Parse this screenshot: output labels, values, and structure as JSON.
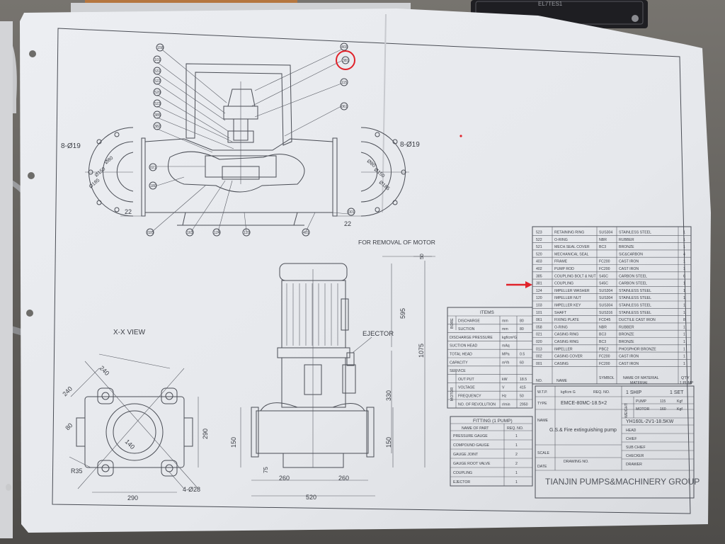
{
  "colors": {
    "paper": "#e8eaee",
    "ink": "#3a3d44",
    "annotation_red": "#e0222a",
    "background_desk": "#5c5a56",
    "nameplate": "#1e1e22"
  },
  "nameplate": {
    "text": "EL7TES1"
  },
  "top_view": {
    "left_flange_label": "8-Ø19",
    "right_flange_label": "8-Ø19",
    "flange_dims": [
      "Ø80",
      "Ø150",
      "Ø185"
    ],
    "left_offset": "22",
    "right_offset": "22",
    "part_callouts": [
      "158",
      "101",
      "531",
      "522",
      "520",
      "523",
      "385",
      "382",
      "021",
      "180",
      "020",
      "163",
      "124",
      "120",
      "403",
      "061",
      "401",
      "001",
      "381",
      "115"
    ]
  },
  "removal_note": "FOR REMOVAL OF MOTOR",
  "section_view": {
    "title": "X-X VIEW",
    "dims": [
      "240",
      "240",
      "80",
      "140",
      "290",
      "R35",
      "4-Ø28",
      "290"
    ]
  },
  "front_view": {
    "ejector_label": "EJECTOR",
    "dims": [
      "595",
      "1075",
      "330",
      "150",
      "150",
      "75",
      "260",
      "260",
      "520",
      "50"
    ]
  },
  "items_table": {
    "title": "ITEMS",
    "rows": [
      {
        "group": "BORE",
        "name": "DISCHARGE",
        "unit": "mm",
        "value": "80"
      },
      {
        "group": "BORE",
        "name": "SUCTION",
        "unit": "mm",
        "value": "80"
      },
      {
        "group": "",
        "name": "DISCHARGE PRESSURE",
        "unit": "kgf/cm²G",
        "value": ""
      },
      {
        "group": "",
        "name": "SUCTION HEAD",
        "unit": "mAq",
        "value": ""
      },
      {
        "group": "",
        "name": "TOTAL HEAD",
        "unit": "MPa",
        "value": "0.5"
      },
      {
        "group": "",
        "name": "CAPACITY",
        "unit": "m³/h",
        "value": "60"
      },
      {
        "group": "",
        "name": "SERVICE",
        "unit": "",
        "value": ""
      },
      {
        "group": "MOTOR",
        "name": "OUT PUT",
        "unit": "kW",
        "value": "18.5"
      },
      {
        "group": "MOTOR",
        "name": "VOLTAGE",
        "unit": "V",
        "value": "415"
      },
      {
        "group": "MOTOR",
        "name": "FREQUENCY",
        "unit": "Hz",
        "value": "50"
      },
      {
        "group": "MOTOR",
        "name": "NO. OF REVOLUTION",
        "unit": "r/min",
        "value": "2950"
      }
    ]
  },
  "fitting_table": {
    "title": "FITTING (1 PUMP)",
    "header": [
      "NAME OF PART",
      "REQ. NO."
    ],
    "rows": [
      {
        "name": "PRESSURE GAUGE",
        "qty": "1"
      },
      {
        "name": "COMPOUND GAUGE",
        "qty": "1"
      },
      {
        "name": "GAUGE JOINT",
        "qty": "2"
      },
      {
        "name": "GAUGE ROOT VALVE",
        "qty": "2"
      },
      {
        "name": "COUPLING",
        "qty": "1"
      },
      {
        "name": "EJECTOR",
        "qty": "1"
      }
    ]
  },
  "parts_list": {
    "rows": [
      {
        "no": "523",
        "name": "RETAINING RING",
        "symbol": "SUS304",
        "material": "STAINLESS STEEL",
        "qty": "1"
      },
      {
        "no": "522",
        "name": "O-RING",
        "symbol": "NBR",
        "material": "RUBBER",
        "qty": "1"
      },
      {
        "no": "521",
        "name": "MECH.SEAL COVER",
        "symbol": "BC3",
        "material": "BRONZE",
        "qty": "1"
      },
      {
        "no": "520",
        "name": "MECHANICAL SEAL",
        "symbol": "",
        "material": "SiC&CARBON",
        "qty": "4"
      },
      {
        "no": "403",
        "name": "FRAME",
        "symbol": "FC200",
        "material": "CAST IRON",
        "qty": "1"
      },
      {
        "no": "402",
        "name": "PUMP ROD",
        "symbol": "FC200",
        "material": "CAST IRON",
        "qty": "1"
      },
      {
        "no": "385",
        "name": "COUPLING BOLT & NUT",
        "symbol": "S45C",
        "material": "CARBON STEEL",
        "qty": "6"
      },
      {
        "no": "381",
        "name": "COUPLING",
        "symbol": "S45C",
        "material": "CARBON STEEL",
        "qty": "1"
      },
      {
        "no": "124",
        "name": "IMPELLER WASHER",
        "symbol": "SUS304",
        "material": "STAINLESS STEEL",
        "qty": "1"
      },
      {
        "no": "120",
        "name": "IMPELLER NUT",
        "symbol": "SUS304",
        "material": "STAINLESS STEEL",
        "qty": "1"
      },
      {
        "no": "103",
        "name": "IMPELLER KEY",
        "symbol": "SUS304",
        "material": "STAINLESS STEEL",
        "qty": "1"
      },
      {
        "no": "101",
        "name": "SHAFT",
        "symbol": "SUS316",
        "material": "STAINLESS STEEL",
        "qty": "1"
      },
      {
        "no": "061",
        "name": "FIXING PLATE",
        "symbol": "FCD45",
        "material": "DUCTILE CAST IRON",
        "qty": "8"
      },
      {
        "no": "058",
        "name": "O-RING",
        "symbol": "NBR",
        "material": "RUBBER",
        "qty": "1"
      },
      {
        "no": "021",
        "name": "CASING RING",
        "symbol": "BC3",
        "material": "BRONZE",
        "qty": "1"
      },
      {
        "no": "020",
        "name": "CASING RING",
        "symbol": "BC3",
        "material": "BRONZE",
        "qty": "1"
      },
      {
        "no": "013",
        "name": "IMPELLER",
        "symbol": "PBC2",
        "material": "PHOSPHOR BRONZE",
        "qty": "1"
      },
      {
        "no": "002",
        "name": "CASING COVER",
        "symbol": "FC200",
        "material": "CAST IRON",
        "qty": "1"
      },
      {
        "no": "001",
        "name": "CASING",
        "symbol": "FC200",
        "material": "CAST IRON",
        "qty": "1"
      }
    ],
    "header": {
      "no": "NO.",
      "name": "NAME",
      "symbol": "SYMBOL",
      "material": "NAME OF MATERIAL",
      "material_group": "MATERIAL",
      "qty": "Q'TY",
      "qty_sub": "1 PUMP"
    }
  },
  "title_block": {
    "wtp_label": "W.T.P.",
    "wtp_unit": "kgf/cm G",
    "req_no_label": "REQ. NO.",
    "ship_label": "1 SHIP",
    "set_label": "1 SET",
    "type_label": "TYPE",
    "type_value": "EMCE-80MC-18.5×2",
    "weight_label": "WEIGHT",
    "pump_label": "PUMP",
    "pump_weight": "115",
    "motor_label": "MOTOR",
    "motor_weight": "160",
    "weight_unit": "Kgf",
    "model": "YH160L-2V1-18.5KW",
    "name_label": "NAME",
    "name_value": "G.S.& Fire extinguishing pump",
    "roles": [
      "HEAD",
      "CHIEF",
      "SUB CHIEF",
      "CHECKER",
      "DRAWER"
    ],
    "scale_label": "SCALE",
    "date_label": "DATE",
    "drawing_no_label": "DRAWING NO.",
    "company": "TIANJIN PUMPS&MACHINERY GROUP"
  }
}
